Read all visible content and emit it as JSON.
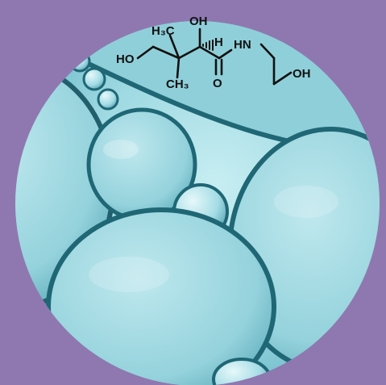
{
  "colors": {
    "background": "#8f78b0",
    "circle_base": "#8fd0da",
    "circle_light": "#c2eaef",
    "bubble_fill": "#a6dde6",
    "bubble_edge": "#1e6a78",
    "molecule_ink": "#111111"
  },
  "molecule": {
    "atoms": {
      "ho_left": "HO",
      "h3c_top": "H₃C",
      "oh_top": "OH",
      "h_wedge": "H",
      "hn": "HN",
      "ch3_bottom": "CH₃",
      "o_carbonyl": "O",
      "oh_right": "OH"
    }
  }
}
